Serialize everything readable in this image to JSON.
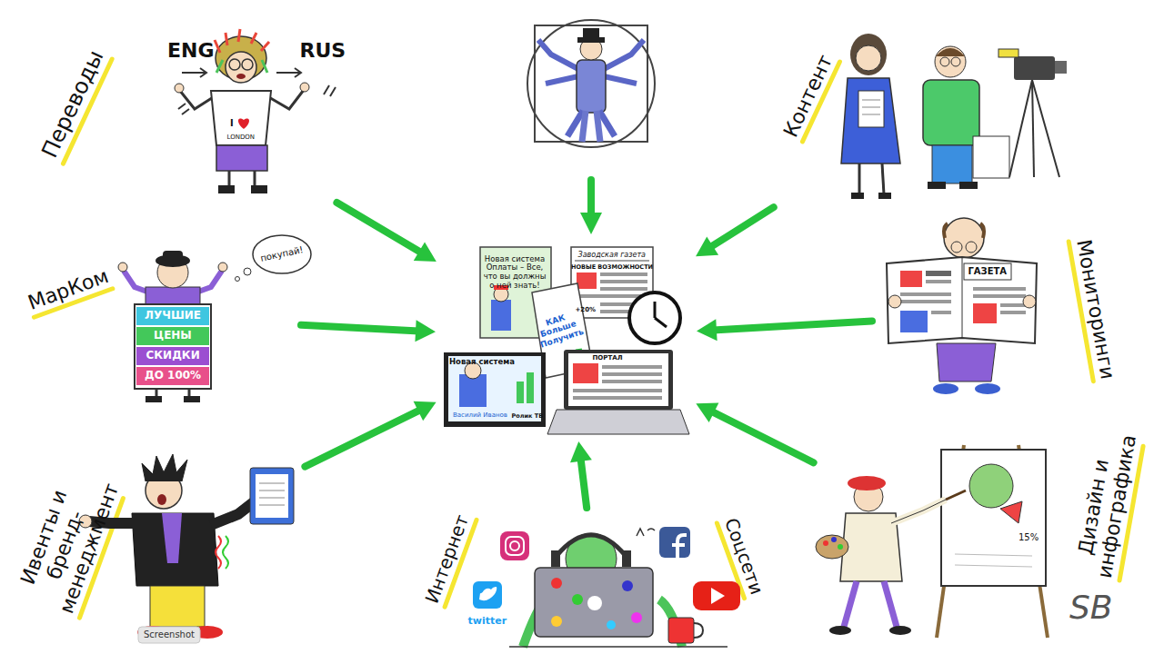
{
  "diagram": {
    "nodes": [
      {
        "text": [
          "Переводы"
        ]
      },
      {
        "text": [
          "Контент"
        ]
      },
      {
        "text": [
          "МарКом"
        ]
      },
      {
        "text": [
          "Новая система Оплаты – Все, что вы должны о ней знать!",
          "Заводская газета",
          "НОВЫЕ ВОЗМОЖНОСТИ",
          "+20%",
          "КАК Больше Получить",
          "Новая система",
          "Василий Иванов",
          "Ролик ТВ",
          "ПОРТАЛ"
        ]
      },
      {
        "text": [
          "Мониторинги"
        ]
      },
      {
        "text": [
          "Ивенты и бренд-менеджмент"
        ]
      },
      {
        "text": [
          "Интернет",
          "Соцсети"
        ]
      },
      {
        "text": [
          "Дизайн и инфографика"
        ]
      }
    ],
    "edges": [
      {
        "from": 0,
        "to": 3,
        "arrow": "to"
      },
      {
        "from": 1,
        "to": 3,
        "arrow": "to"
      },
      {
        "from": 2,
        "to": 3,
        "arrow": "to"
      },
      {
        "from": 4,
        "to": 3,
        "arrow": "to"
      },
      {
        "from": 5,
        "to": 3,
        "arrow": "to"
      },
      {
        "from": 6,
        "to": 3,
        "arrow": "to"
      },
      {
        "from": 7,
        "to": 3,
        "arrow": "to"
      }
    ],
    "labels": [
      "ENG",
      "RUS",
      "I",
      "LONDON",
      "покупай!",
      "ЛУЧШИЕ",
      "ЦЕНЫ",
      "СКИДКИ",
      "ДО 100%",
      "ГАЗЕТА",
      "twitter",
      "15%",
      "SB",
      "Screenshot"
    ]
  }
}
